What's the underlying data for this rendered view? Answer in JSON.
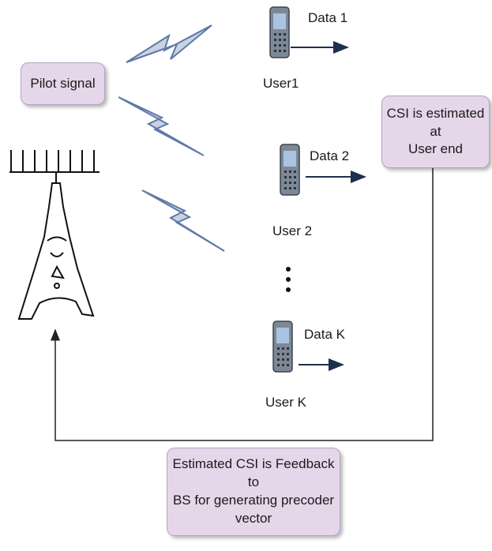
{
  "pilot_box": {
    "text": "Pilot signal"
  },
  "csi_box": {
    "line1": "CSI is estimated at",
    "line2": "User end"
  },
  "feedback_box": {
    "line1": "Estimated CSI is Feedback to",
    "line2": "BS for generating precoder",
    "line3": "vector"
  },
  "users": [
    {
      "name": "User1",
      "data_label": "Data 1"
    },
    {
      "name": "User 2",
      "data_label": "Data 2"
    },
    {
      "name": "User K",
      "data_label": "Data K"
    }
  ],
  "colors": {
    "box_fill": "#e6d6ea",
    "box_border": "#b7a3bf",
    "bolt_fill": "#c9d3df",
    "bolt_stroke": "#5f78a8",
    "arrow": "#1f2f4d"
  },
  "icons": [
    "lightning-bolt-icon",
    "mobile-phone-icon",
    "antenna-tower-icon"
  ]
}
